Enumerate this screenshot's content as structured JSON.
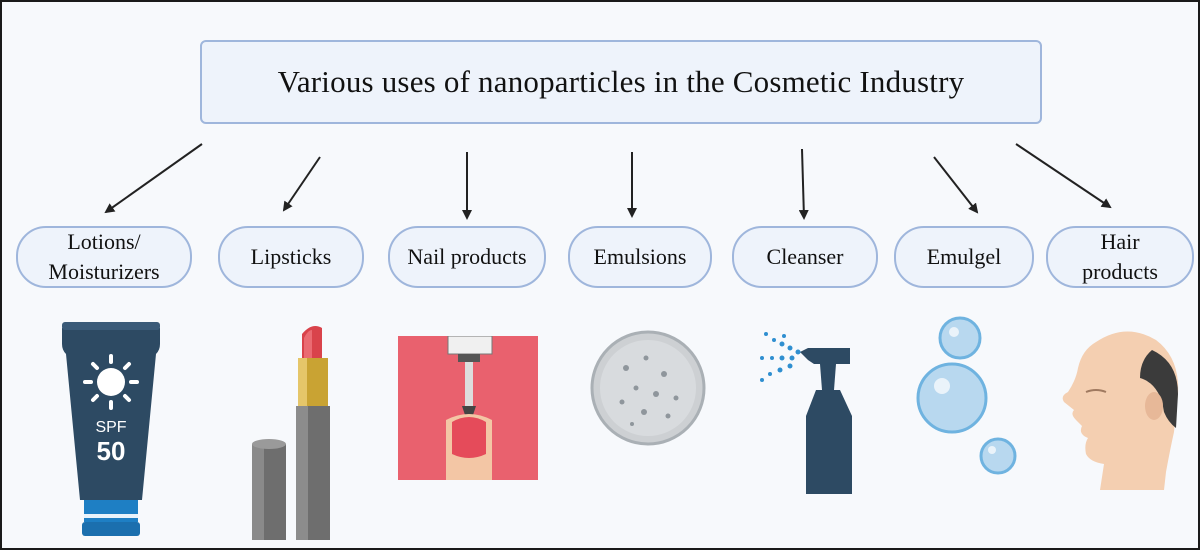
{
  "title": "Various uses of nanoparticles in the Cosmetic Industry",
  "categories": [
    {
      "line1": "Lotions/",
      "line2": "Moisturizers",
      "icon": "sunscreen-tube-icon"
    },
    {
      "line1": "Lipsticks",
      "line2": "",
      "icon": "lipstick-icon"
    },
    {
      "line1": "Nail products",
      "line2": "",
      "icon": "nail-polish-icon"
    },
    {
      "line1": "Emulsions",
      "line2": "",
      "icon": "emulsion-droplet-icon"
    },
    {
      "line1": "Cleanser",
      "line2": "",
      "icon": "spray-bottle-icon"
    },
    {
      "line1": "Emulgel",
      "line2": "",
      "icon": "bubbles-icon"
    },
    {
      "line1": "Hair",
      "line2": "products",
      "icon": "head-profile-icon"
    }
  ],
  "sunscreen": {
    "label": "SPF",
    "value": "50"
  },
  "colors": {
    "box_fill": "#eef3fb",
    "box_border": "#9fb6dc",
    "arrow": "#222222",
    "tube": "#2d4a63",
    "nail_bg": "#e9616e"
  }
}
